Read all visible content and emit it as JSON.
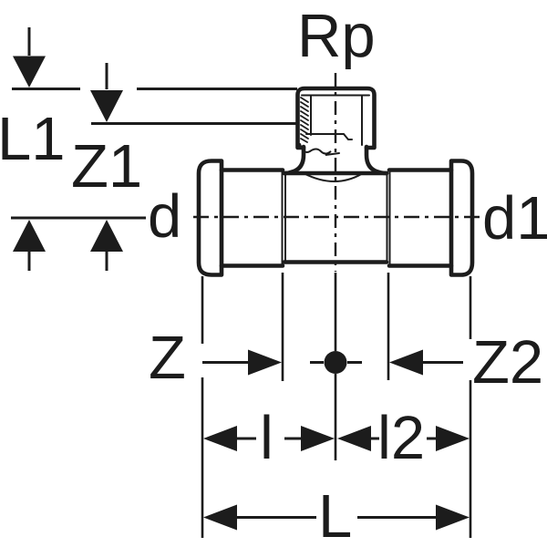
{
  "diagram": {
    "title": "Tee fitting with female thread branch - dimensional drawing",
    "background_color": "#ffffff",
    "line_color": "#1c1c1c",
    "labels": {
      "thread": "Rp",
      "l1": "L1",
      "z1": "Z1",
      "d": "d",
      "d1": "d1",
      "z": "Z",
      "z2": "Z2",
      "l": "l",
      "l2": "l2",
      "L": "L"
    }
  }
}
